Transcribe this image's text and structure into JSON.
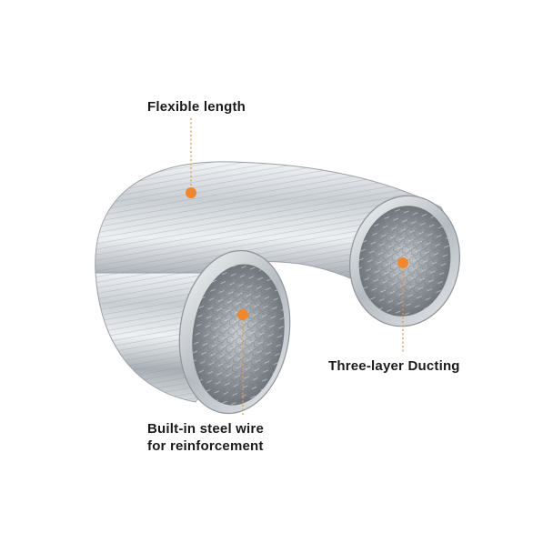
{
  "callouts": {
    "flexible_length": "Flexible length",
    "three_layer": "Three-layer Ducting",
    "steel_wire_line1": "Built-in steel wire",
    "steel_wire_line2": "for reinforcement"
  },
  "colors": {
    "marker": "#f0862d",
    "leader": "#e29a52",
    "text": "#1a1a1a",
    "background": "#ffffff"
  }
}
